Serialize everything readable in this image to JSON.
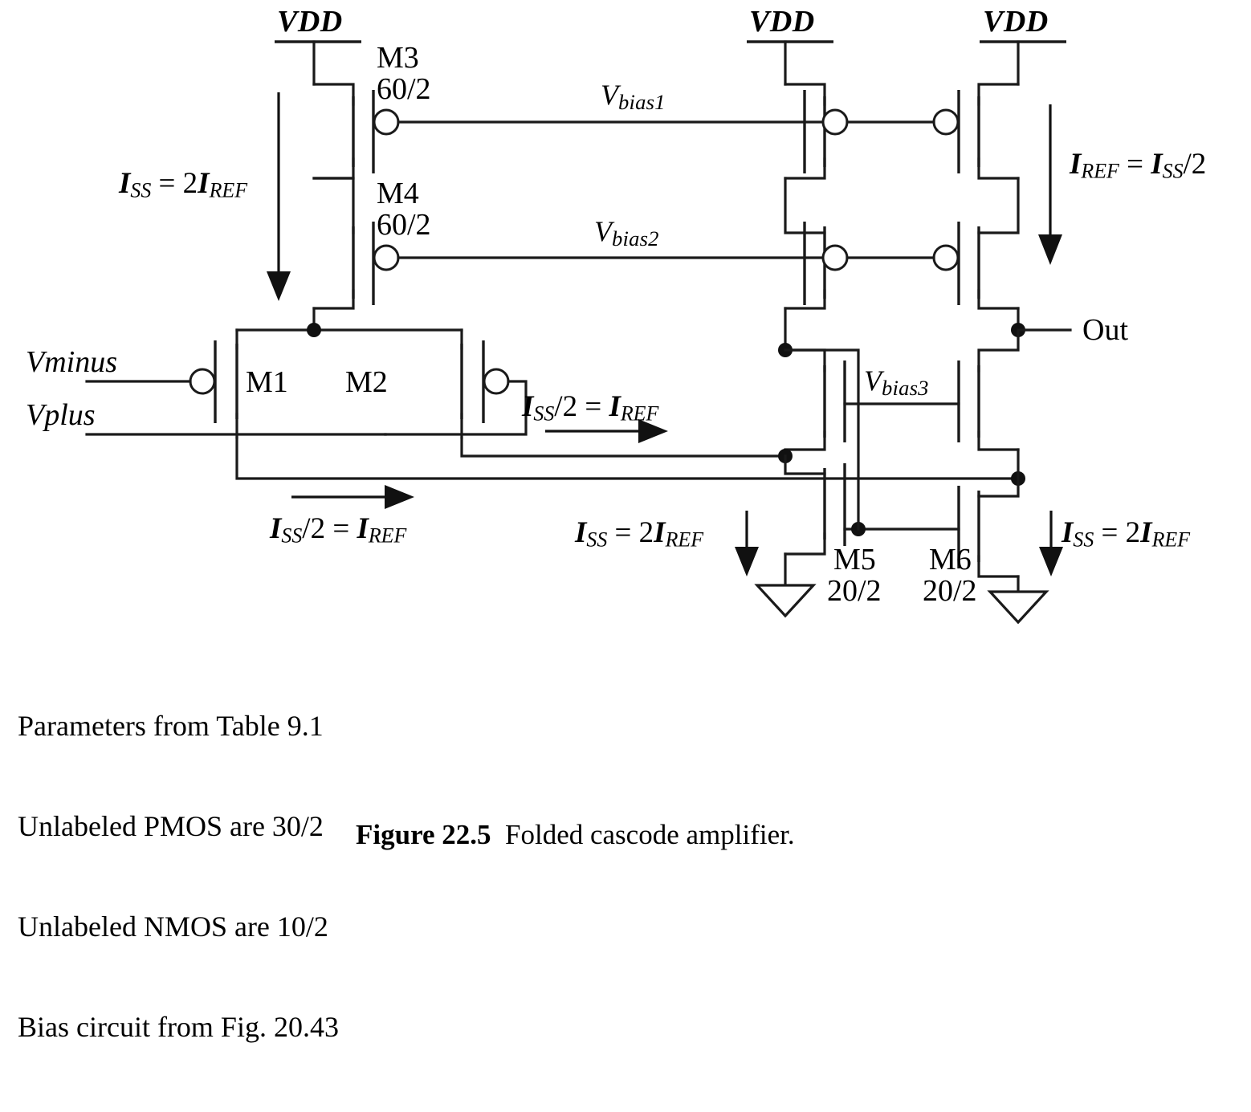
{
  "figure": {
    "caption_label": "Figure 22.5",
    "caption_text": "Folded cascode amplifier."
  },
  "supplies": {
    "vdd_left": "VDD",
    "vdd_mid": "VDD",
    "vdd_right": "VDD"
  },
  "devices": {
    "m3_name": "M3",
    "m3_size": "60/2",
    "m4_name": "M4",
    "m4_size": "60/2",
    "m1_name": "M1",
    "m2_name": "M2",
    "m5_name": "M5",
    "m5_size": "20/2",
    "m6_name": "M6",
    "m6_size": "20/2"
  },
  "signals": {
    "vminus": "Vminus",
    "vplus": "Vplus",
    "out": "Out",
    "vbias1_v": "V",
    "vbias1_sub": "bias1",
    "vbias2_v": "V",
    "vbias2_sub": "bias2",
    "vbias3_v": "V",
    "vbias3_sub": "bias3"
  },
  "currents": {
    "iss_left": "I",
    "iss_left_sub": "SS",
    "iss_left_eq": " = 2",
    "iss_left_i2": "I",
    "iss_left_sub2": "REF",
    "iref_right": "I",
    "iref_right_sub": "REF",
    "iref_right_eq": " = ",
    "iref_right_i2": "I",
    "iref_right_sub2": "SS",
    "iref_right_tail": "/2",
    "ihalf_mid": "I",
    "ihalf_mid_sub": "SS",
    "ihalf_mid_tail": "/2 = ",
    "ihalf_mid_i2": "I",
    "ihalf_mid_sub2": "REF",
    "ihalf_bot": "I",
    "ihalf_bot_sub": "SS",
    "ihalf_bot_tail": "/2 = ",
    "ihalf_bot_i2": "I",
    "ihalf_bot_sub2": "REF",
    "iss_bot_mid": "I",
    "iss_bot_mid_sub": "SS",
    "iss_bot_mid_eq": " = 2",
    "iss_bot_mid_i2": "I",
    "iss_bot_mid_sub2": "REF",
    "iss_bot_right": "I",
    "iss_bot_right_sub": "SS",
    "iss_bot_right_eq": " = 2",
    "iss_bot_right_i2": "I",
    "iss_bot_right_sub2": "REF"
  },
  "notes": {
    "line1": "Parameters from Table 9.1",
    "line2": "Unlabeled PMOS are 30/2",
    "line3": "Unlabeled NMOS are 10/2",
    "line4": "Bias circuit from Fig. 20.43"
  },
  "colors": {
    "ink": "#1a1a1a",
    "background": "#ffffff"
  }
}
